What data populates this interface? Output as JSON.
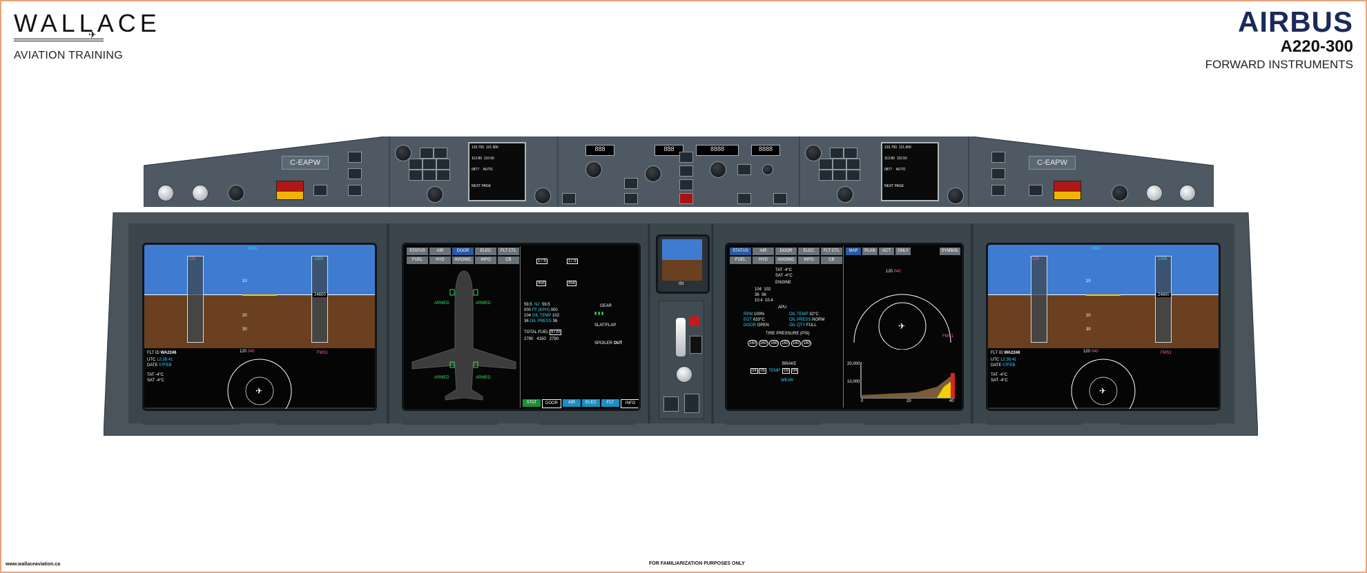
{
  "header": {
    "brand_left": "WALLACE",
    "brand_left_sub": "AVIATION TRAINING",
    "brand_right": "AIRBUS",
    "model": "A220-300",
    "subtitle": "FORWARD INSTRUMENTS"
  },
  "footer": {
    "website": "www.wallaceaviation.ca",
    "disclaimer": "FOR FAMILIARIZATION PURPOSES ONLY"
  },
  "glareshield": {
    "left_tail": "C-EAPW",
    "right_tail": "C-EAPW",
    "fcp": {
      "spd_value": "888",
      "hdg_value": "888",
      "alt_value": "8888",
      "vs_value": "8888"
    },
    "left_mcdu": {
      "line1": "133.750",
      "line2": "121.900",
      "line3": "112.80",
      "line4": "110.50",
      "line5": "0877",
      "line6": "AUTO",
      "line7": "NEXT PAGE"
    },
    "right_mcdu": {
      "line1": "133.750",
      "line2": "121.900",
      "line3": "112.80",
      "line4": "110.50",
      "line5": "0877",
      "line6": "AUTO",
      "line7": "NEXT PAGE"
    }
  },
  "pfd": {
    "hdg_label": "HDG",
    "speed_bug": "220",
    "alt_value": "24600",
    "alt_target": "1000",
    "flight_id_label": "FLT ID",
    "flight_id": "WA2246",
    "utc_label": "UTC",
    "utc": "12:38:41",
    "date_label": "DATE",
    "date": "07FEB",
    "tat_label": "TAT",
    "tat": "-4°C",
    "sat_label": "SAT",
    "sat": "-4°C",
    "fms_label": "FMS1",
    "hdg_readout": "120",
    "hdg_bug": "040",
    "pitch_10": "10",
    "pitch_20": "20",
    "pitch_30": "30"
  },
  "eicas": {
    "tabs_row1": [
      "STATUS",
      "AIR",
      "DOOR",
      "ELEC",
      "FLT CTL"
    ],
    "tabs_row2": [
      "FUEL",
      "HYD",
      "AVIONIC",
      "INFO",
      "CB"
    ],
    "active_tab": "DOOR",
    "armed_labels": [
      "ARMED",
      "ARMED",
      "ARMED",
      "ARMED"
    ],
    "n1_left": "17.9",
    "n1_right": "17.9",
    "itt_left": "458",
    "itt_right": "458",
    "n2_left": "59.5",
    "n2_right": "59.5",
    "ff_left": "000",
    "ff_right": "000",
    "oil_temp_left": "104",
    "oil_temp_right": "102",
    "oil_press_left": "36",
    "oil_press_right": "36",
    "n2_label": "N2",
    "ff_label": "FF (KPH)",
    "oil_temp_label": "OIL TEMP",
    "oil_press_label": "OIL PRESS",
    "total_fuel_label": "TOTAL FUEL",
    "total_fuel": "9720",
    "fuel_left": "2790",
    "fuel_center": "4150",
    "fuel_right": "2790",
    "gear_label": "GEAR",
    "slat_flap_label": "SLAT/FLAP",
    "spoiler_label": "SPOILER",
    "spoiler_value": "OUT",
    "bottom_tabs": [
      "STAT",
      "DOOR",
      "AIR",
      "ELEC",
      "FLT",
      "INFO"
    ]
  },
  "synoptic": {
    "tabs_row1": [
      "STATUS",
      "AIR",
      "DOOR",
      "ELEC",
      "FLT CTL"
    ],
    "tabs_row2": [
      "FUEL",
      "HYD",
      "AVIONIC",
      "INFO",
      "CB"
    ],
    "tat": "TAT  -4°C",
    "sat": "SAT  -4°C",
    "engine_label": "ENGINE",
    "apu_label": "APU",
    "rpm_label": "RPM",
    "rpm": "100%",
    "egt_label": "EGT",
    "egt": "633°C",
    "door_label": "DOOR",
    "door": "OPEN",
    "apu_oil_temp_label": "OIL TEMP",
    "apu_oil_temp": "32°C",
    "apu_oil_press_label": "OIL PRESS",
    "apu_oil_press": "NORM",
    "apu_oil_qty_label": "OIL QTY",
    "apu_oil_qty": "FULL",
    "eng_oil_temp_left": "104",
    "eng_oil_temp_right": "102",
    "eng_oil_press_left": "36",
    "eng_oil_press_right": "36",
    "eng_oil_qty_left": "10.4",
    "eng_oil_qty_right": "10.4",
    "tire_label": "TIRE PRESSURE (PSI)",
    "tires": [
      "160",
      "160",
      "160",
      "160",
      "160",
      "160"
    ],
    "brake_label": "BRAKE",
    "temp_label": "TEMP",
    "wear_label": "WEAR",
    "brake_temps": [
      "04",
      "05",
      "03",
      "04"
    ]
  },
  "map": {
    "tabs": [
      "MAP",
      "PLAN",
      "ACT",
      "ONLY",
      "SYMBOL"
    ],
    "hdg_readout": "120",
    "hdg_bug": "040",
    "fms_label": "FMS1",
    "vsd_top": "20,000",
    "vsd_mid": "10,000",
    "vsd_x0": "0",
    "vsd_x1": "20",
    "vsd_x2": "40"
  },
  "standby": {
    "attitude_label": "ISI"
  },
  "colors": {
    "sky": "#3f7bd1",
    "ground": "#6a4020",
    "panel": "#4a545c",
    "magenta": "#ff5ad1",
    "cyan": "#2ed6ff",
    "green": "#34e05a"
  }
}
